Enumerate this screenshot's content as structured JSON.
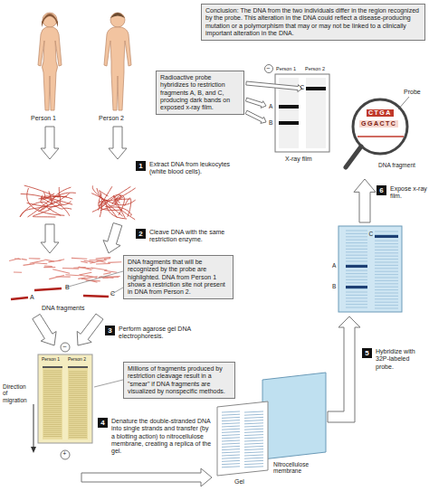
{
  "diagram": {
    "nodes": [
      {
        "text": [
          "Conclusion: The DNA from the two individuals differ in the region recognized by the probe. This alteration in the DNA could reflect a disease-producing mutation or a polymorphism that may or may not be linked to a clinically important alteration in the DNA."
        ]
      },
      {
        "text": [
          "Radioactive probe hybridizes to restriction fragments A, B, and C, producing dark bands on exposed x-ray film."
        ]
      },
      {
        "text": [
          "1",
          "Extract DNA from leukocytes (white blood cells)."
        ]
      },
      {
        "text": [
          "2",
          "Cleave DNA with the same restriction enzyme."
        ]
      },
      {
        "text": [
          "DNA fragments that will be recognized by the probe are highlighted. DNA from Person 1 shows a restriction site not present in DNA from Person 2."
        ]
      },
      {
        "text": [
          "3",
          "Perform agarose gel DNA electrophoresis."
        ]
      },
      {
        "text": [
          "Millions of fragments produced by restriction cleavage result in a \"smear\" if DNA fragments are visualized by nonspecific methods."
        ]
      },
      {
        "text": [
          "4",
          "Denature the double-stranded DNA into single strands and transfer (by a blotting action) to nitrocellulose membrane, creating a replica of the gel."
        ]
      },
      {
        "text": [
          "5",
          "Hybridize with 32P-labeled probe."
        ]
      },
      {
        "text": [
          "6",
          "Expose x-ray film."
        ]
      }
    ],
    "labels": [
      "Person 1",
      "Person 2",
      "B",
      "A",
      "C",
      "DNA fragments",
      "–",
      "Person 1",
      "Person 2",
      "Direction of migration",
      "+",
      "Gel",
      "Nitrocellulose membrane",
      "C",
      "A",
      "B",
      "–",
      "Person 1",
      "Person 2",
      "C",
      "A",
      "B",
      "X-ray film",
      "Probe",
      "CTGA",
      "GGACTC",
      "DNA fragment"
    ]
  }
}
